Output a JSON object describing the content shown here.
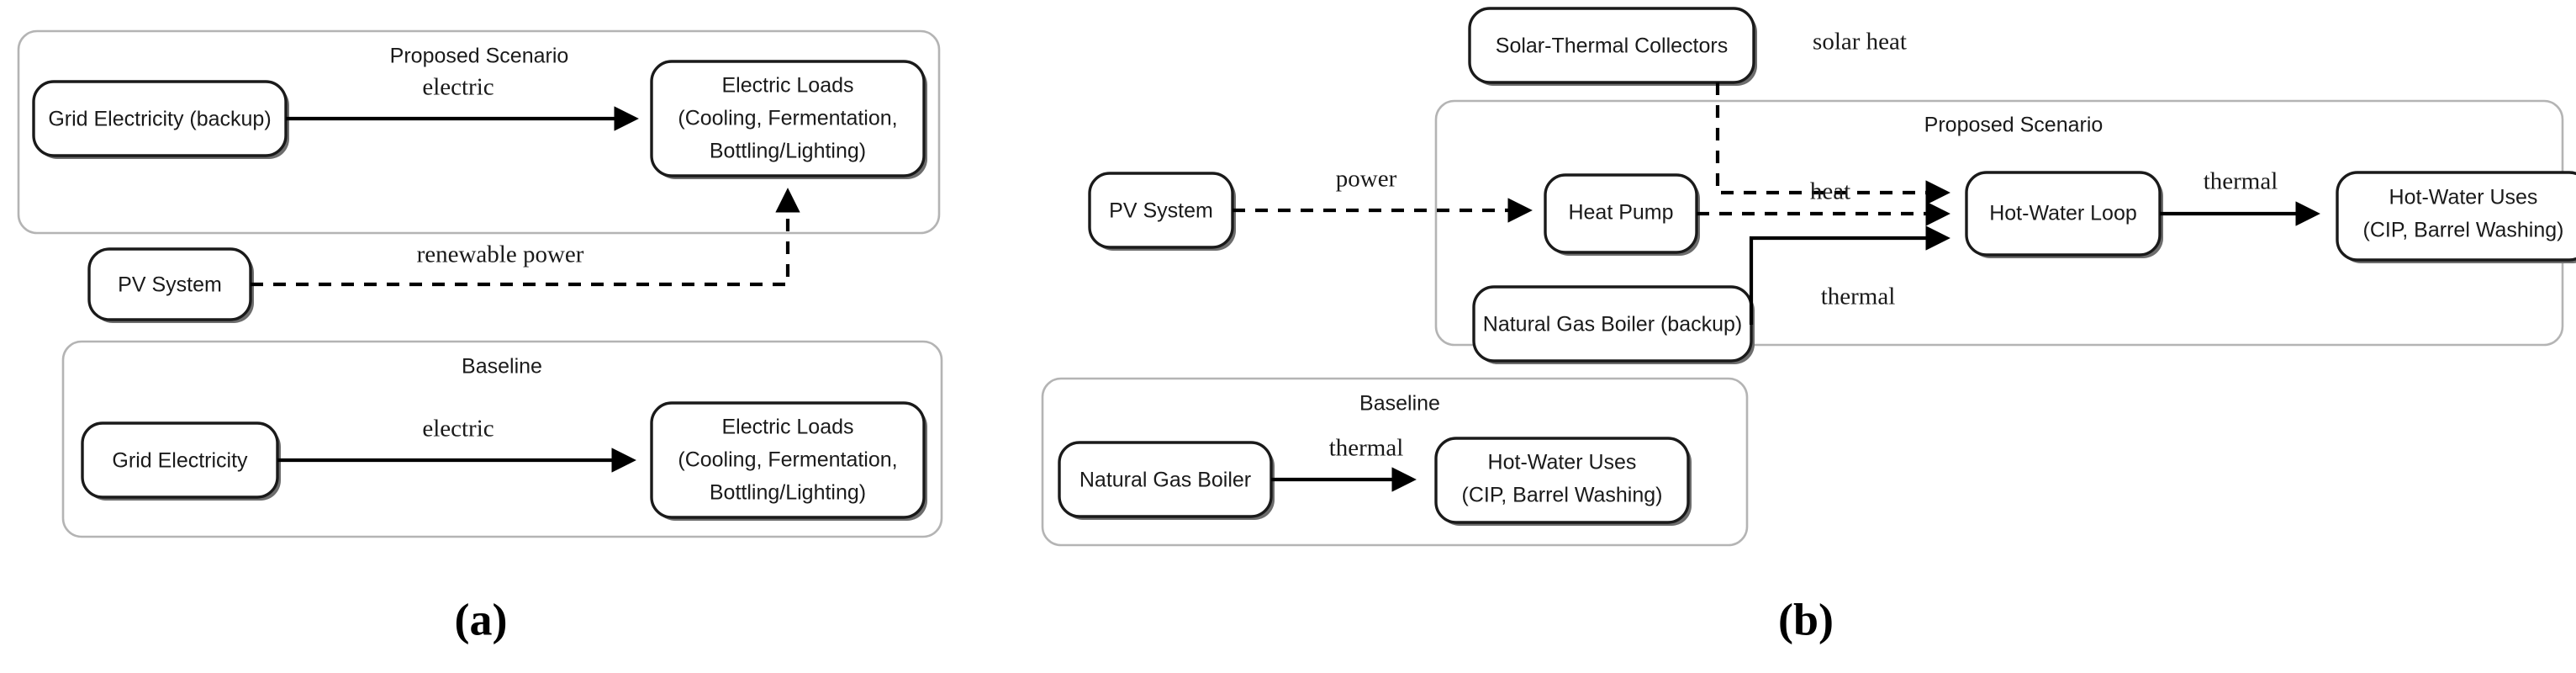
{
  "figure": {
    "background": "#ffffff",
    "line_color": "#000000",
    "node_stroke": "#1a1a1a",
    "group_stroke": "#b4b4b4",
    "captions": [
      {
        "id": "caption-a",
        "text": "(a)"
      },
      {
        "id": "caption-b",
        "text": "(b)"
      }
    ]
  },
  "panel_a": {
    "caption": "(a)",
    "groups": {
      "proposed": {
        "title": "Proposed Scenario"
      },
      "baseline": {
        "title": "Baseline"
      }
    },
    "nodes": {
      "grid_backup": {
        "label": "Grid Electricity (backup)"
      },
      "electric_loads_proposed": {
        "line1": "Electric Loads",
        "line2": "(Cooling, Fermentation,",
        "line3": "Bottling/Lighting)"
      },
      "pv_system": {
        "label": "PV System"
      },
      "grid_baseline": {
        "label": "Grid Electricity"
      },
      "electric_loads_baseline": {
        "line1": "Electric Loads",
        "line2": "(Cooling, Fermentation,",
        "line3": "Bottling/Lighting)"
      }
    },
    "edges": {
      "grid_to_loads": {
        "label": "electric",
        "style": "solid"
      },
      "pv_to_loads": {
        "label": "renewable power",
        "style": "dashed"
      },
      "grid_to_loads_baseline": {
        "label": "electric",
        "style": "solid"
      }
    }
  },
  "panel_b": {
    "caption": "(b)",
    "groups": {
      "proposed": {
        "title": "Proposed Scenario"
      },
      "baseline": {
        "title": "Baseline"
      }
    },
    "nodes": {
      "solar_collectors": {
        "label": "Solar-Thermal Collectors"
      },
      "pv_system": {
        "label": "PV System"
      },
      "heat_pump": {
        "label": "Heat Pump"
      },
      "gas_boiler_backup": {
        "label": "Natural Gas Boiler (backup)"
      },
      "hot_water_loop": {
        "label": "Hot-Water Loop"
      },
      "hot_water_uses_proposed": {
        "line1": "Hot-Water Uses",
        "line2": "(CIP, Barrel Washing)"
      },
      "gas_boiler_baseline": {
        "label": "Natural Gas Boiler"
      },
      "hot_water_uses_baseline": {
        "line1": "Hot-Water Uses",
        "line2": "(CIP, Barrel Washing)"
      }
    },
    "edges": {
      "solar_heat": {
        "label": "solar heat",
        "style": "dashed"
      },
      "pv_power": {
        "label": "power",
        "style": "dashed"
      },
      "heat": {
        "label": "heat",
        "style": "dashed"
      },
      "boiler_thermal": {
        "label": "thermal",
        "style": "solid"
      },
      "loop_thermal": {
        "label": "thermal",
        "style": "solid"
      },
      "baseline_thermal": {
        "label": "thermal",
        "style": "solid"
      }
    }
  }
}
